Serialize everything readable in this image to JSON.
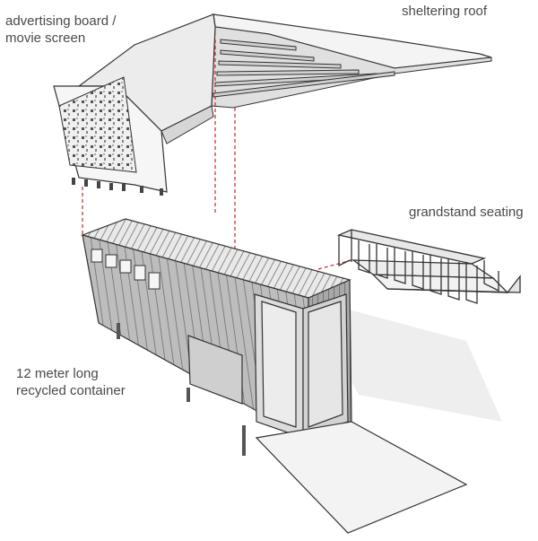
{
  "labels": {
    "board": [
      "advertising board /",
      "movie screen"
    ],
    "roof": "sheltering roof",
    "seating": "grandstand seating",
    "container": [
      "12 meter long",
      "recycled container"
    ]
  },
  "colors": {
    "line": "#333333",
    "dashed": "#c62828",
    "light_fill": "#f2f2f2",
    "mid_fill": "#d9d9d9",
    "dark_fill": "#9e9e9e",
    "shadow": "#e6e6e6",
    "text": "#4a4a4a"
  }
}
